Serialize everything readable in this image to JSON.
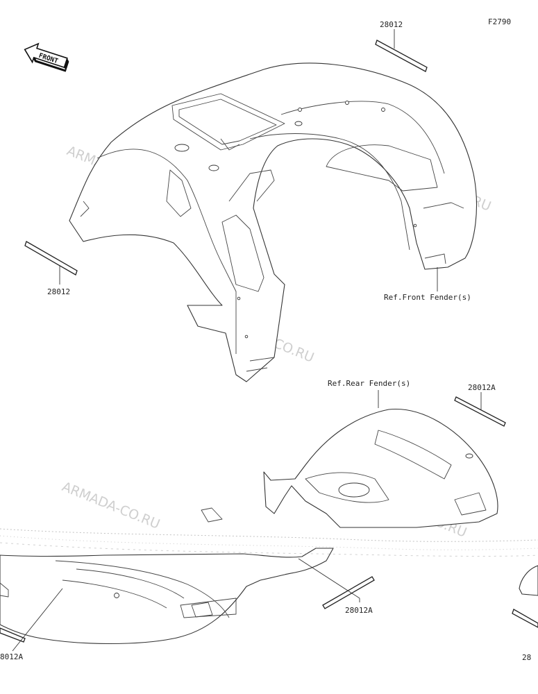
{
  "figure": {
    "code": "F2790"
  },
  "front_arrow": {
    "label": "FRONT"
  },
  "watermark": {
    "text": "ARMADA-CO.RU"
  },
  "references": {
    "front_fender": "Ref.Front Fender(s)",
    "rear_fender": "Ref.Rear Fender(s)"
  },
  "parts": {
    "top_decal": "28012",
    "left_decal": "28012",
    "right_decal_a": "28012A",
    "bottom_decal_a": "28012A",
    "bottom_left_decal_a": "8012A",
    "bottom_right_decal_a": "28"
  }
}
